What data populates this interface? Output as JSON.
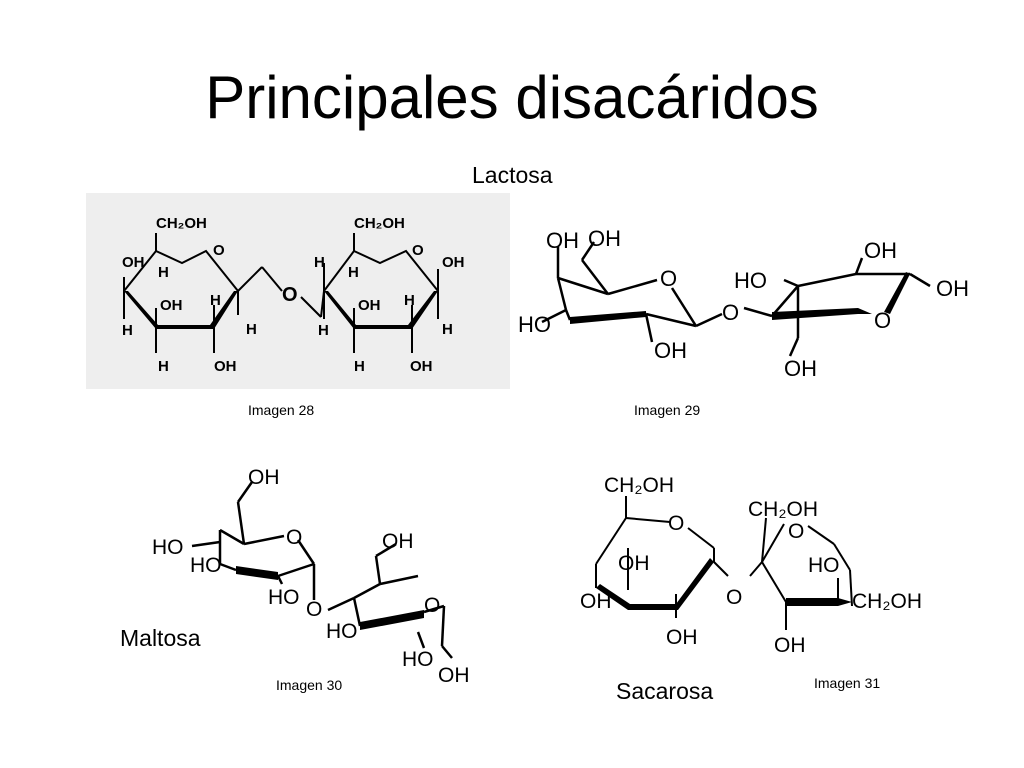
{
  "slide": {
    "title": "Principales disacáridos",
    "labels": {
      "lactose": "Lactosa",
      "maltose": "Maltosa",
      "sucrose": "Sacarosa"
    },
    "captions": [
      "Imagen 28",
      "Imagen 29",
      "Imagen 30",
      "Imagen 31"
    ]
  },
  "structures": {
    "img28": {
      "ch2oh": "CH₂OH",
      "oh": "OH",
      "h": "H",
      "o": "O"
    },
    "img29": {
      "oh": "OH",
      "ho": "HO",
      "o": "O"
    },
    "img30": {
      "oh": "OH",
      "ho": "HO",
      "o": "O"
    },
    "img31": {
      "ch2oh": "CH₂OH",
      "oh": "OH",
      "ho": "HO",
      "o": "O"
    }
  }
}
